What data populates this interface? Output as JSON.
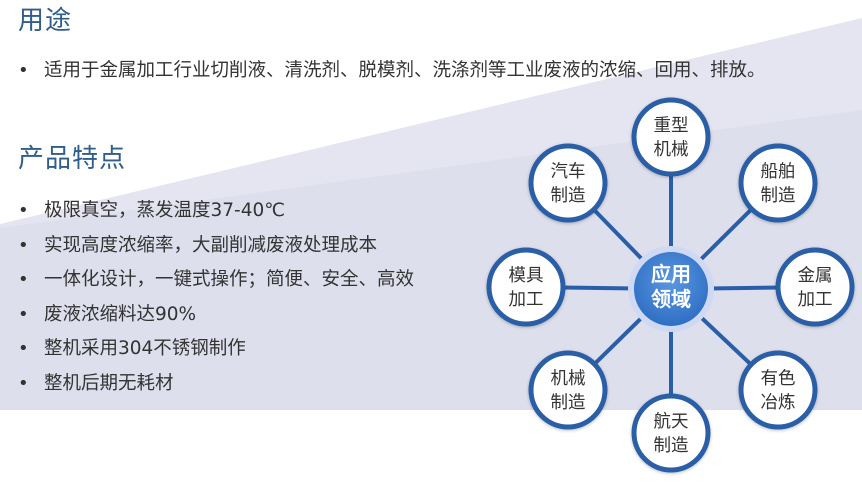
{
  "sections": {
    "usage": {
      "title": "用途",
      "text": "适用于金属加工行业切削液、清洗剂、脱模剂、洗涤剂等工业废液的浓缩、回用、排放。"
    },
    "features": {
      "title": "产品特点",
      "items": [
        "极限真空，蒸发温度37-40℃",
        "实现高度浓缩率，大副削减废液处理成本",
        "一体化设计，一键式操作；简便、安全、高效",
        "废液浓缩料达90%",
        "整机采用304不锈钢制作",
        "整机后期无耗材"
      ]
    }
  },
  "diagram": {
    "hub": {
      "line1": "应用",
      "line2": "领域"
    },
    "nodes": [
      {
        "line1": "重型",
        "line2": "机械"
      },
      {
        "line1": "船舶",
        "line2": "制造"
      },
      {
        "line1": "金属",
        "line2": "加工"
      },
      {
        "line1": "有色",
        "line2": "冶炼"
      },
      {
        "line1": "航天",
        "line2": "制造"
      },
      {
        "line1": "机械",
        "line2": "制造"
      },
      {
        "line1": "模具",
        "line2": "加工"
      },
      {
        "line1": "汽车",
        "line2": "制造"
      }
    ]
  },
  "colors": {
    "heading": "#2f5d8c",
    "node_border": "#2b5ea8",
    "hub_fill": "#3d7fd1",
    "background_band": "#e4e5f0"
  },
  "bullet_glyph": "•"
}
